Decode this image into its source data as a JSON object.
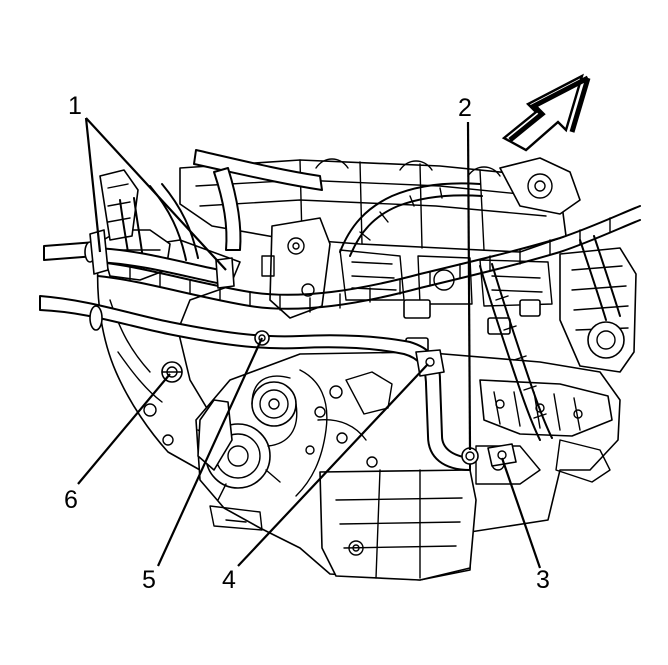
{
  "diagram": {
    "callouts": [
      {
        "id": "1",
        "label": "1"
      },
      {
        "id": "2",
        "label": "2"
      },
      {
        "id": "3",
        "label": "3"
      },
      {
        "id": "4",
        "label": "4"
      },
      {
        "id": "5",
        "label": "5"
      },
      {
        "id": "6",
        "label": "6"
      }
    ],
    "view_arrow": "front-view-arrow-icon"
  }
}
